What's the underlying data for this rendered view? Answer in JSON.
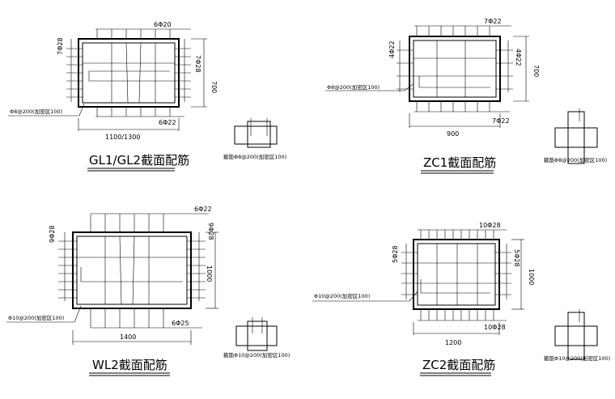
{
  "sections": [
    {
      "id": "gl",
      "title": "GL1/GL2截面配筋",
      "top_bars": "6Φ20",
      "side_left": "7Φ28",
      "side_right": "7Φ28",
      "height": "700",
      "stirrup": "Φ8@200(加密区100)",
      "bottom_bars": "6Φ22",
      "width": "1100/1300",
      "detail_stirrup": "箍筋Φ8@200(加密区100)"
    },
    {
      "id": "zc1",
      "title": "ZC1截面配筋",
      "top_bars": "7Φ22",
      "side_left": "4Φ22",
      "side_right": "4Φ22",
      "height": "700",
      "stirrup": "Φ8@200(加密区100)",
      "bottom_bars": "7Φ22",
      "width": "900",
      "detail_stirrup": "箍筋Φ8@200(加密区100)"
    },
    {
      "id": "wl2",
      "title": "WL2截面配筋",
      "top_bars": "6Φ22",
      "side_left": "9Φ28",
      "side_right": "9Φ28",
      "height": "1000",
      "stirrup": "Φ10@200(加密区100)",
      "bottom_bars": "6Φ25",
      "width": "1400",
      "detail_stirrup": "箍筋Φ10@200(加密区100)"
    },
    {
      "id": "zc2",
      "title": "ZC2截面配筋",
      "top_bars": "10Φ28",
      "side_left": "5Φ28",
      "side_right": "5Φ28",
      "height": "1000",
      "stirrup": "Φ10@200(加密区100)",
      "bottom_bars": "10Φ28",
      "width": "1200",
      "detail_stirrup": "箍筋Φ10@200(加密区100)"
    }
  ]
}
